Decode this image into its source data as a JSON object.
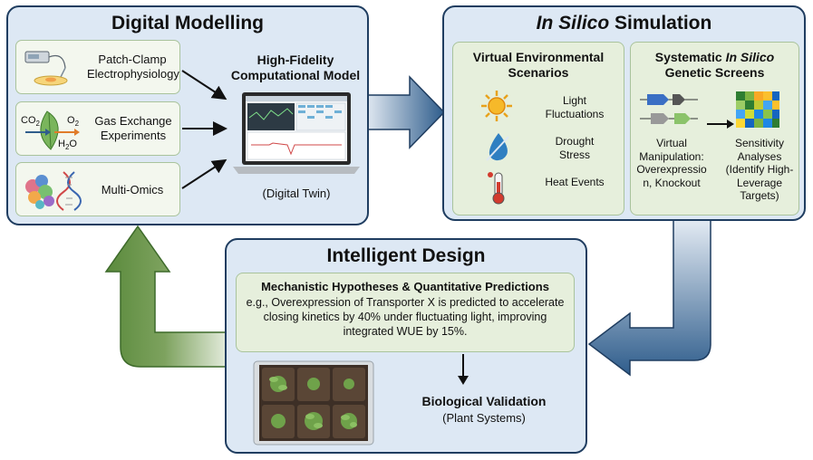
{
  "digital_modelling": {
    "title": "Digital Modelling",
    "sources": [
      {
        "label": "Patch-Clamp Electrophysiology",
        "icon": "patch-clamp-icon"
      },
      {
        "label": "Gas Exchange Experiments",
        "icon": "leaf-gas-exchange-icon"
      },
      {
        "label": "Multi-Omics",
        "icon": "cells-dna-icon"
      }
    ],
    "gas_labels": {
      "co2": "CO",
      "o2": "O",
      "h2o": "H",
      "sub2": "2",
      "o_suffix": "O"
    },
    "model_title": "High-Fidelity Computational Model",
    "model_caption": "(Digital Twin)"
  },
  "in_silico": {
    "title_italic": "In Silico",
    "title_rest": " Simulation",
    "environmental": {
      "title": "Virtual Environmental Scenarios",
      "items": [
        {
          "label": "Light Fluctuations",
          "icon": "sun-icon"
        },
        {
          "label": "Drought Stress",
          "icon": "water-drop-icon"
        },
        {
          "label": "Heat Events",
          "icon": "thermometer-icon"
        }
      ]
    },
    "genetic": {
      "title_pre": "Systematic ",
      "title_italic": "In Silico",
      "title_post": " Genetic Screens",
      "manipulation": "Virtual Manipulation: Overexpressio n, Knockout",
      "sensitivity": "Sensitivity Analyses (Identify High-Leverage Targets)"
    }
  },
  "intelligent_design": {
    "title": "Intelligent Design",
    "hypothesis_title": "Mechanistic Hypotheses & Quantitative Predictions",
    "hypothesis_body": "e.g., Overexpression of Transporter X is predicted to accelerate closing kinetics by 40% under fluctuating light, improving integrated WUE by 15%.",
    "validation_title": "Biological Validation",
    "validation_sub": "(Plant Systems)"
  },
  "colors": {
    "panel_bg": "#dde8f4",
    "panel_border": "#1f3d60",
    "subpanel_bg": "#e6efdc",
    "blue_arrow": "#2f5d8c",
    "green_arrow": "#5a8a3c"
  }
}
